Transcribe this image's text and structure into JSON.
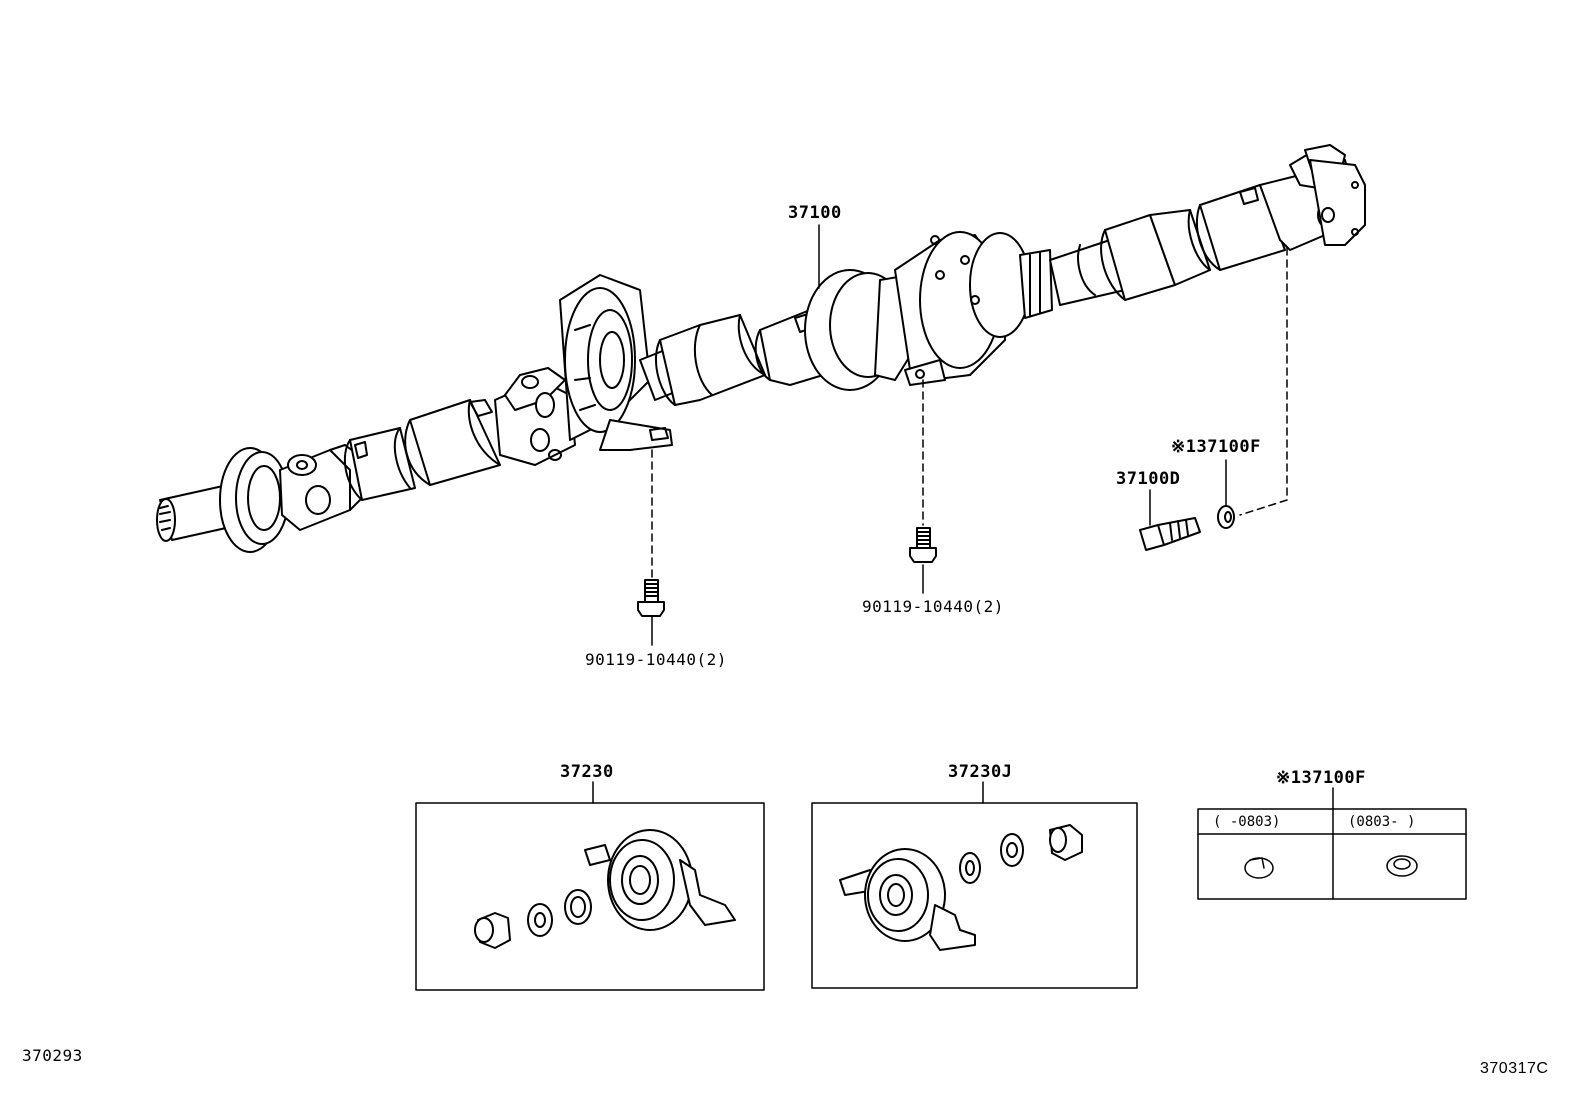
{
  "labels": {
    "assembly": "37100",
    "bolt_left": "90119-10440(2)",
    "bolt_mid": "90119-10440(2)",
    "flange_bolt": "37100D",
    "washer": "※137100F",
    "kit_a": "37230",
    "kit_b": "37230J",
    "washer_table_title": "※137100F",
    "figure_left": "370293",
    "figure_right": "370317C"
  },
  "washer_table": {
    "col1": "(      -0803)",
    "col2": "(0803-      )"
  }
}
